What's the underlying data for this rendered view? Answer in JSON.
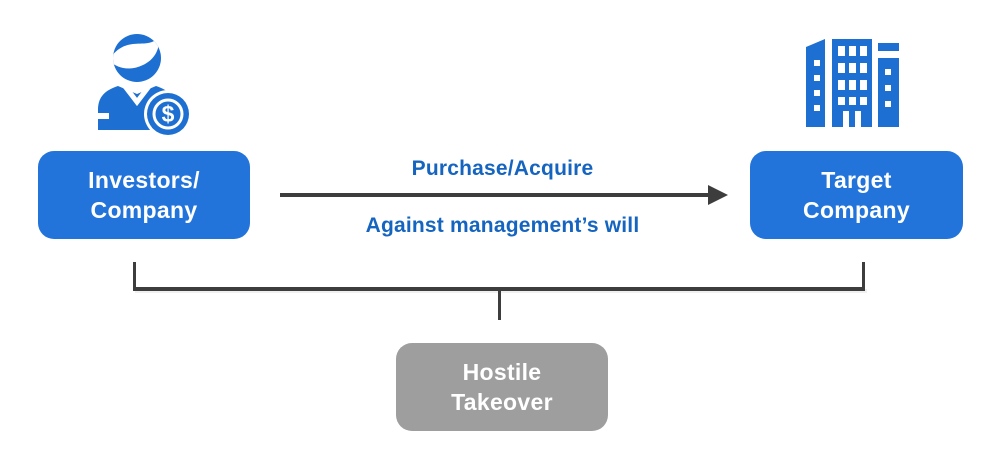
{
  "diagram": {
    "title_implicit": "Hostile Takeover diagram",
    "left_node": {
      "line1": "Investors/",
      "line2": "Company"
    },
    "right_node": {
      "line1": "Target",
      "line2": "Company"
    },
    "result_node": {
      "line1": "Hostile",
      "line2": "Takeover"
    },
    "arrow": {
      "top_label": "Purchase/Acquire",
      "bottom_label": "Against management’s will",
      "direction": "left-to-right"
    },
    "icons": {
      "left_badge": "investor-person-with-dollar-coin-icon",
      "right_badge": "office-buildings-icon"
    }
  },
  "colors": {
    "node-blue": "#2274db",
    "icon-blue": "#1d6fd1",
    "label-blue": "#1565c0",
    "connector-gray": "#3d3d3d",
    "result-gray": "#9e9e9e",
    "node-text": "#ffffff"
  }
}
